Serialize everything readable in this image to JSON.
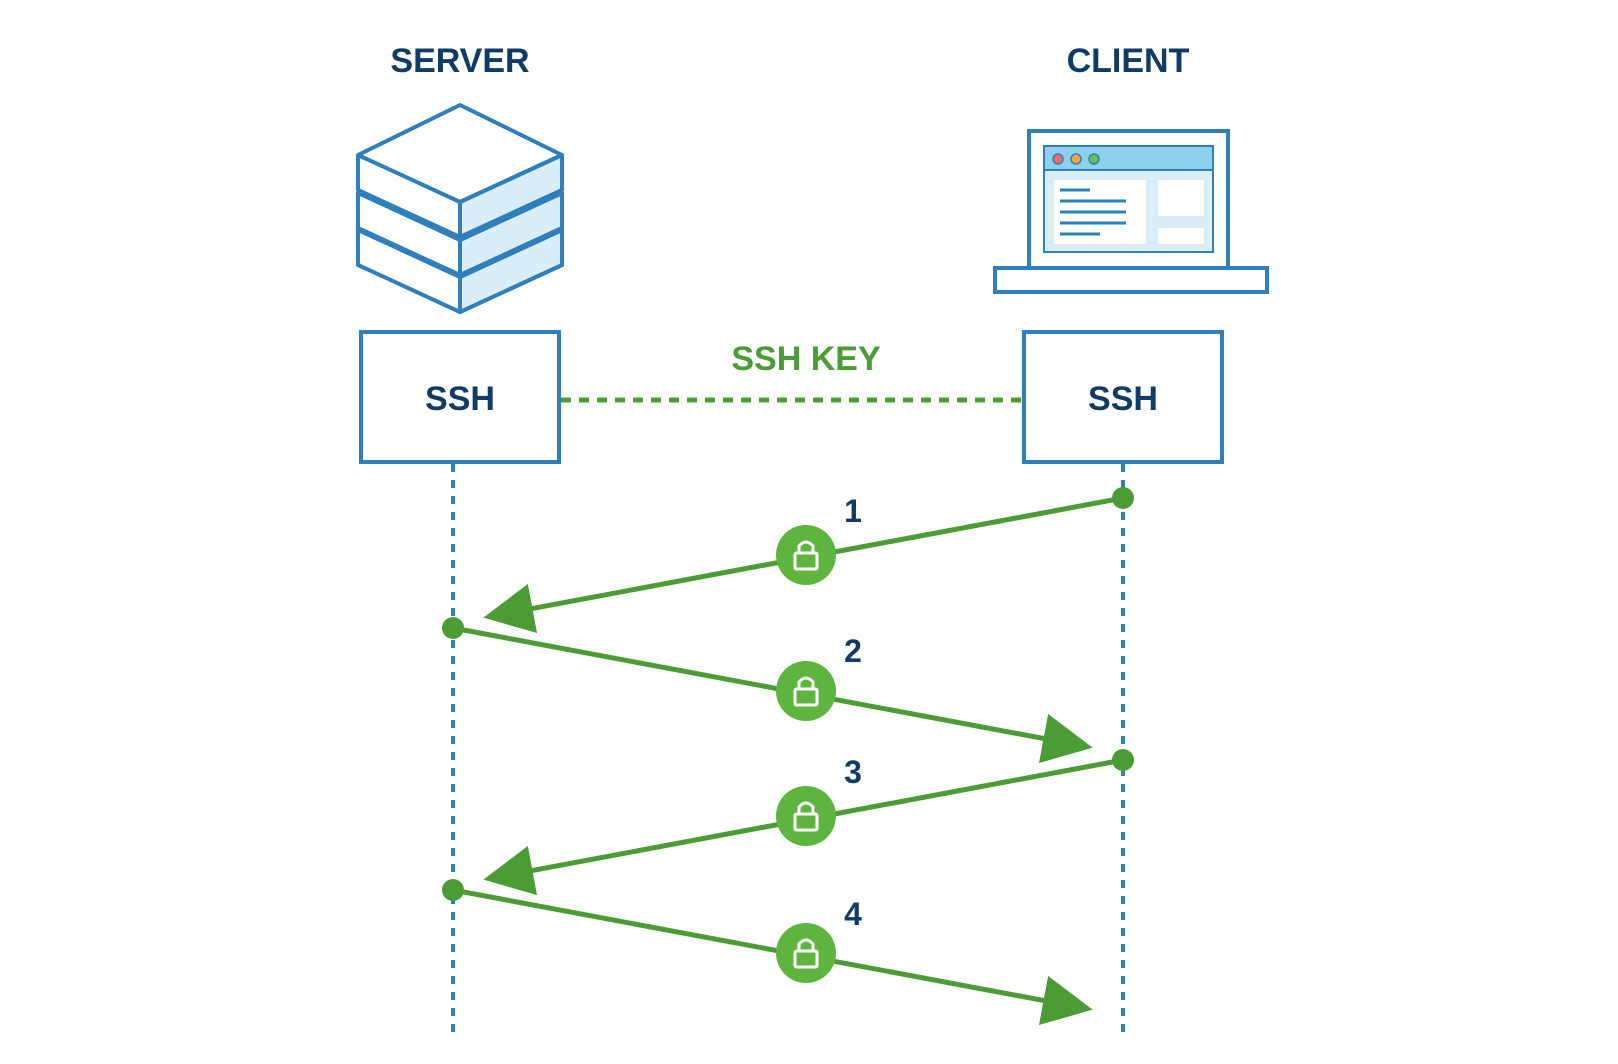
{
  "server": {
    "title": "SERVER",
    "box_label": "SSH"
  },
  "client": {
    "title": "CLIENT",
    "box_label": "SSH"
  },
  "key": {
    "label": "SSH KEY"
  },
  "steps": [
    {
      "number": "1",
      "direction": "client-to-server"
    },
    {
      "number": "2",
      "direction": "server-to-client"
    },
    {
      "number": "3",
      "direction": "client-to-server"
    },
    {
      "number": "4",
      "direction": "server-to-client"
    }
  ],
  "colors": {
    "navy": "#0f3b66",
    "blue": "#2f7fbd",
    "light_blue": "#d9eef8",
    "green_line": "#4c9c36",
    "green_badge": "#5db53f"
  },
  "icons": {
    "server": "server-stack-icon",
    "client": "laptop-icon",
    "lock": "lock-icon"
  }
}
